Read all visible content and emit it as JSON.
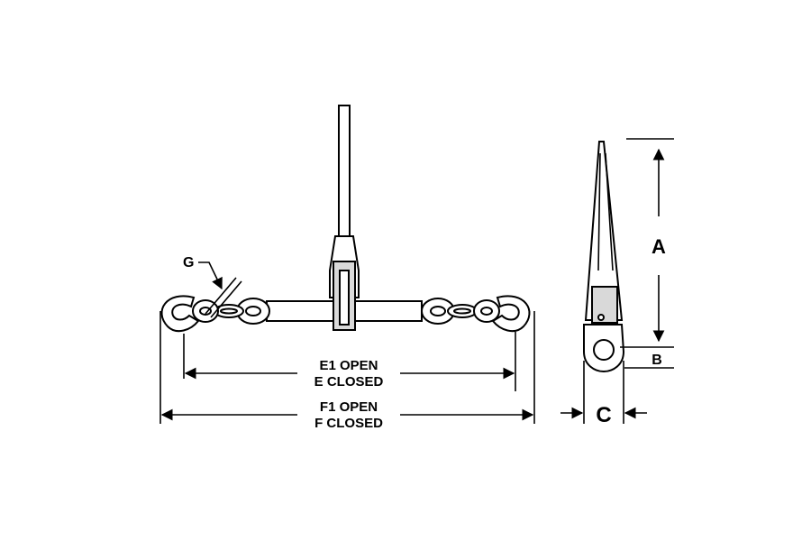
{
  "diagram": {
    "labels": {
      "g": "G",
      "a": "A",
      "b": "B",
      "c": "C",
      "e1_open": "E1  OPEN",
      "e_closed": "E  CLOSED",
      "f1_open": "F1  OPEN",
      "f_closed": "F  CLOSED"
    },
    "colors": {
      "line": "#000000",
      "background": "#ffffff"
    }
  }
}
